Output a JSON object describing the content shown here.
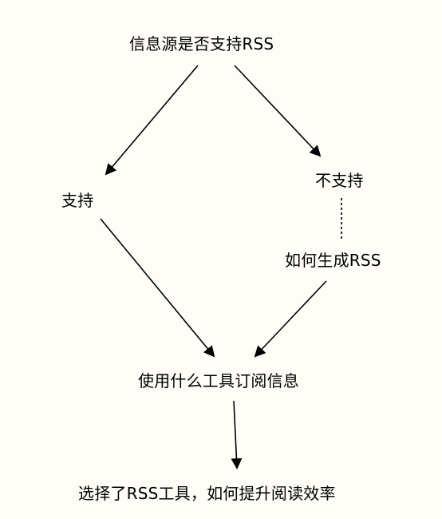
{
  "diagram": {
    "nodes": {
      "root": "信息源是否支持RSS",
      "support": "支持",
      "no_support": "不支持",
      "generate_rss": "如何生成RSS",
      "choose_tool": "使用什么工具订阅信息",
      "efficiency": "选择了RSS工具，如何提升阅读效率"
    },
    "edges": [
      {
        "from": "root",
        "to": "support",
        "style": "solid-arrow"
      },
      {
        "from": "root",
        "to": "no_support",
        "style": "solid-arrow"
      },
      {
        "from": "no_support",
        "to": "generate_rss",
        "style": "dashed-line"
      },
      {
        "from": "support",
        "to": "choose_tool",
        "style": "solid-arrow"
      },
      {
        "from": "generate_rss",
        "to": "choose_tool",
        "style": "solid-arrow"
      },
      {
        "from": "choose_tool",
        "to": "efficiency",
        "style": "solid-arrow"
      }
    ],
    "colors": {
      "background": "#FFFDF7",
      "line": "#000000",
      "text": "#000000"
    }
  }
}
